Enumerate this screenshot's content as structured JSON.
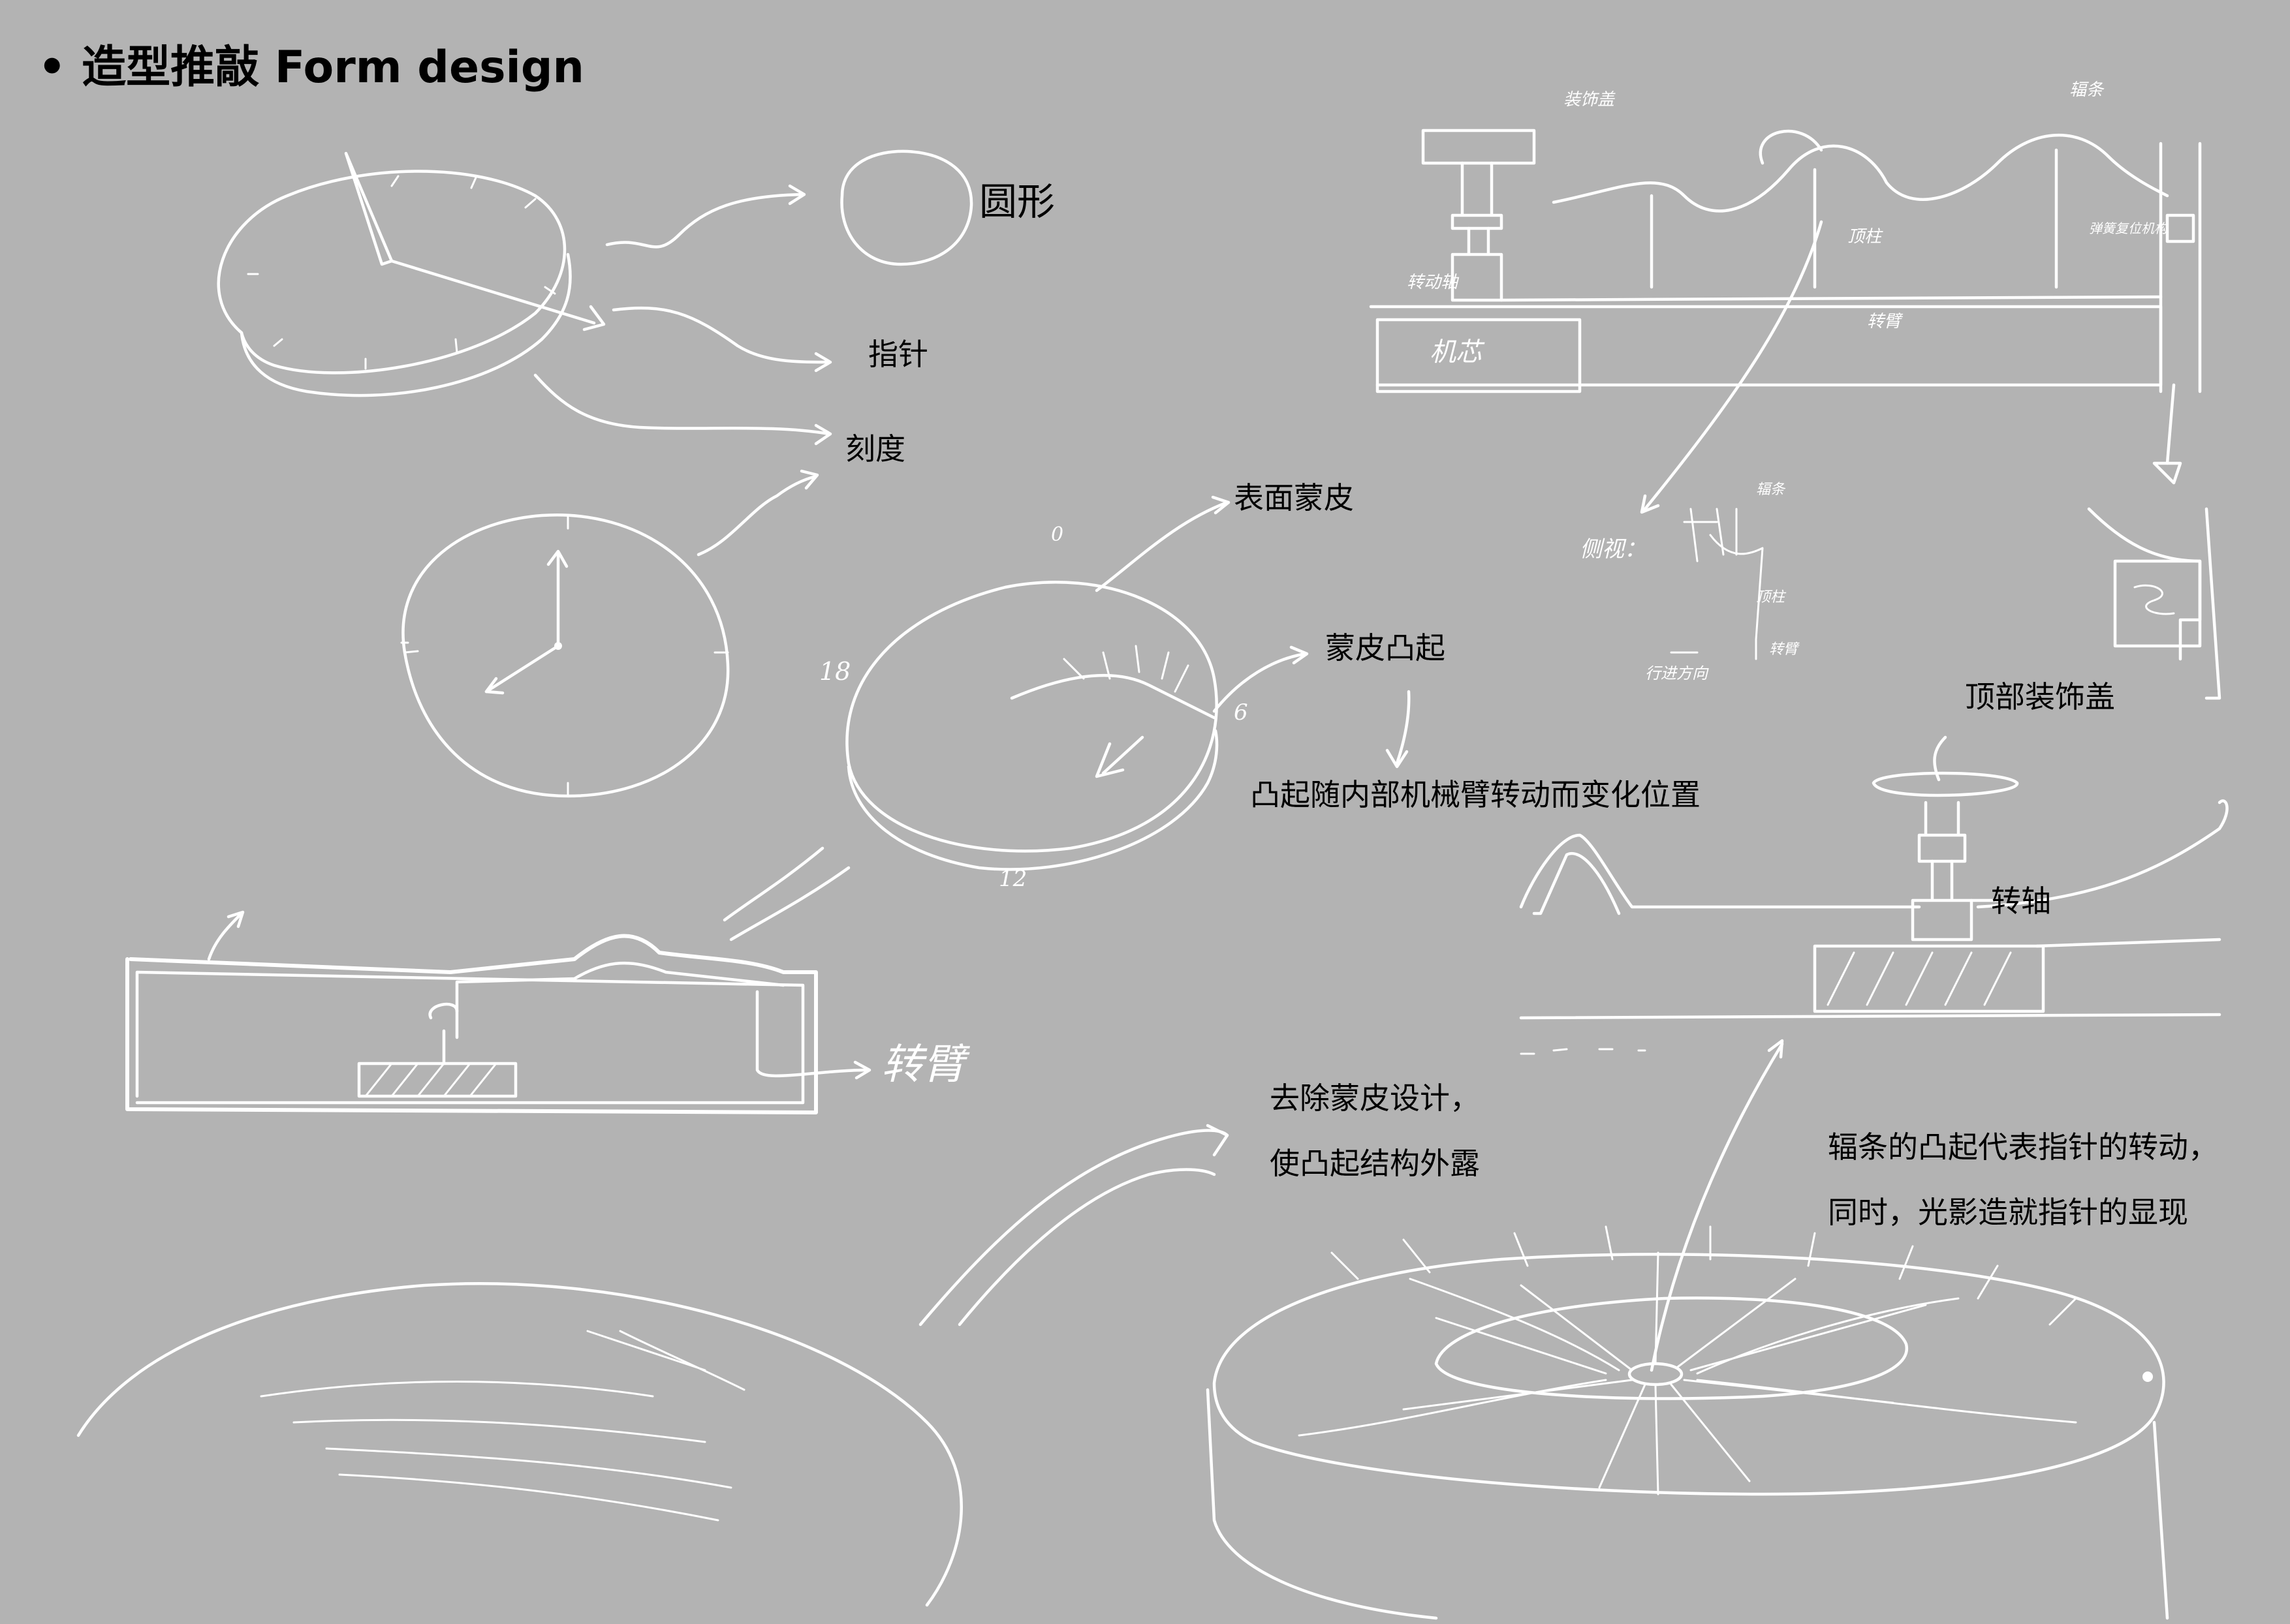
{
  "title": "• 造型推敲  Form design",
  "labels": {
    "circle": "圆形",
    "pointer": "指针",
    "scale": "刻度",
    "surface_skin": "表面蒙皮",
    "skin_bump": "蒙皮凸起",
    "bump_moves": "凸起随内部机械臂转动而变化位置",
    "top_cover": "顶部装饰盖",
    "shaft": "转轴",
    "remove_skin_1": "去除蒙皮设计，",
    "remove_skin_2": "使凸起结构外露",
    "spoke_note_1": "辐条的凸起代表指针的转动，",
    "spoke_note_2": "同时，光影造就指针的显现"
  },
  "handwritten": {
    "rotating_arm": "转臂",
    "movement": "机芯",
    "decor_cover": "装饰盖",
    "spoke": "辐条",
    "top_pillar": "顶柱",
    "arm": "转臂",
    "spring_mechanism": "弹簧复位机构",
    "rotation_shaft": "转动轴",
    "side_view": "侧视：",
    "spoke_small": "辐条",
    "pillar_small": "顶柱",
    "arm_small": "转臂",
    "direction": "行进方向",
    "num_0": "0",
    "num_6": "6",
    "num_12": "12",
    "num_18": "18"
  },
  "colors": {
    "background": "#b3b3b3",
    "ink": "#ffffff",
    "text": "#000000"
  }
}
